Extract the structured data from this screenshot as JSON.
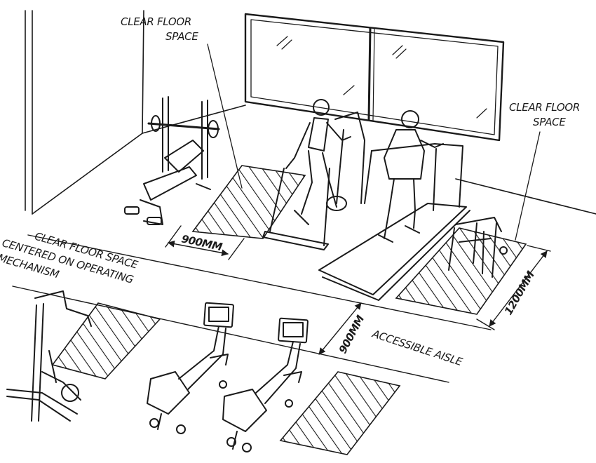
{
  "labels": {
    "clear_floor_top": [
      "CLEAR FLOOR",
      "SPACE"
    ],
    "clear_floor_right": [
      "CLEAR FLOOR",
      "SPACE"
    ],
    "clear_floor_centered": [
      "CLEAR FLOOR SPACE",
      "CENTERED ON OPERATING",
      "MECHANISM"
    ],
    "accessible_aisle": "ACCESSIBLE AISLE"
  },
  "dimensions": {
    "pad_width": "900MM",
    "aisle_width": "900MM",
    "pad_depth": "1200MM"
  }
}
